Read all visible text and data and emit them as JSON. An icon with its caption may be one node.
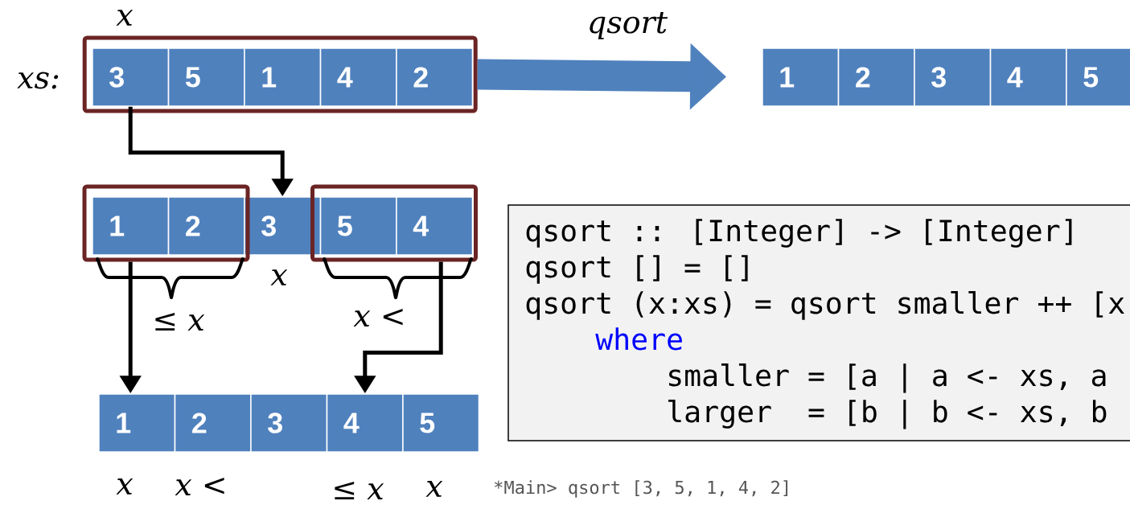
{
  "diagram": {
    "nodes": [
      {
        "text": [],
        "shape": "box"
      },
      {
        "text": [
          "3"
        ],
        "in": 0
      },
      {
        "text": [
          "5"
        ],
        "in": 0
      },
      {
        "text": [
          "1"
        ],
        "in": 0
      },
      {
        "text": [
          "4"
        ],
        "in": 0
      },
      {
        "text": [
          "2"
        ],
        "in": 0
      },
      {
        "text": [
          "1"
        ]
      },
      {
        "text": [
          "2"
        ]
      },
      {
        "text": [
          "3"
        ]
      },
      {
        "text": [
          "4"
        ]
      },
      {
        "text": [
          "5"
        ]
      },
      {
        "text": [],
        "shape": "box"
      },
      {
        "text": [
          "1"
        ],
        "in": 11
      },
      {
        "text": [
          "2"
        ],
        "in": 11
      },
      {
        "text": [
          "3"
        ]
      },
      {
        "text": [],
        "shape": "box"
      },
      {
        "text": [
          "5"
        ],
        "in": 15
      },
      {
        "text": [
          "4"
        ],
        "in": 15
      },
      {
        "text": [
          "1"
        ]
      },
      {
        "text": [
          "2"
        ]
      },
      {
        "text": [
          "3"
        ]
      },
      {
        "text": [
          "4"
        ]
      },
      {
        "text": [
          "5"
        ]
      },
      {
        "text": [
          "qsort :: [Integer] -> [Integer]",
          "qsort [] = []",
          "qsort (x:xs) = qsort smaller ++ [x",
          "where",
          "smaller = [a | a <- xs, a",
          "larger  = [b | b <- xs, b"
        ]
      }
    ],
    "edges": [
      {
        "from": 0,
        "to": 6,
        "arrow": "to",
        "label": "qsort",
        "style": "thick",
        "color": "#4f81bd"
      },
      {
        "from": 1,
        "to": 14,
        "arrow": "to"
      },
      {
        "from": 11,
        "to": 18,
        "arrow": "to"
      },
      {
        "from": 15,
        "to": 21,
        "arrow": "to"
      }
    ],
    "labels": [
      "x",
      "*xs*:",
      "x",
      "≤ x",
      "x <",
      "x",
      "x <",
      "≤ x",
      "x",
      "*Main> qsort [3, 5, 1, 4, 2]"
    ]
  }
}
